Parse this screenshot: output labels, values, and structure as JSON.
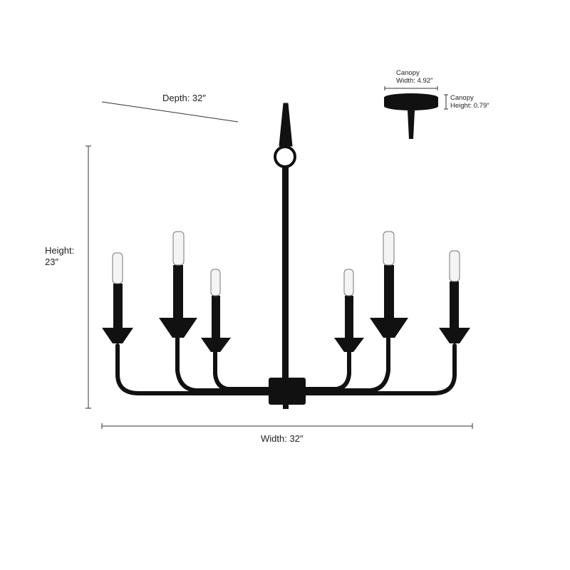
{
  "dimensions": {
    "depth_label": "Depth: 32″",
    "height_label_line1": "Height:",
    "height_label_line2": "23″",
    "width_label": "Width: 32″",
    "canopy_width_line1": "Canopy",
    "canopy_width_line2": "Width: 4.92″",
    "canopy_height_line1": "Canopy",
    "canopy_height_line2": "Height: 0.79″"
  },
  "colors": {
    "fixture": "#111111",
    "dimension_line": "#333333"
  }
}
